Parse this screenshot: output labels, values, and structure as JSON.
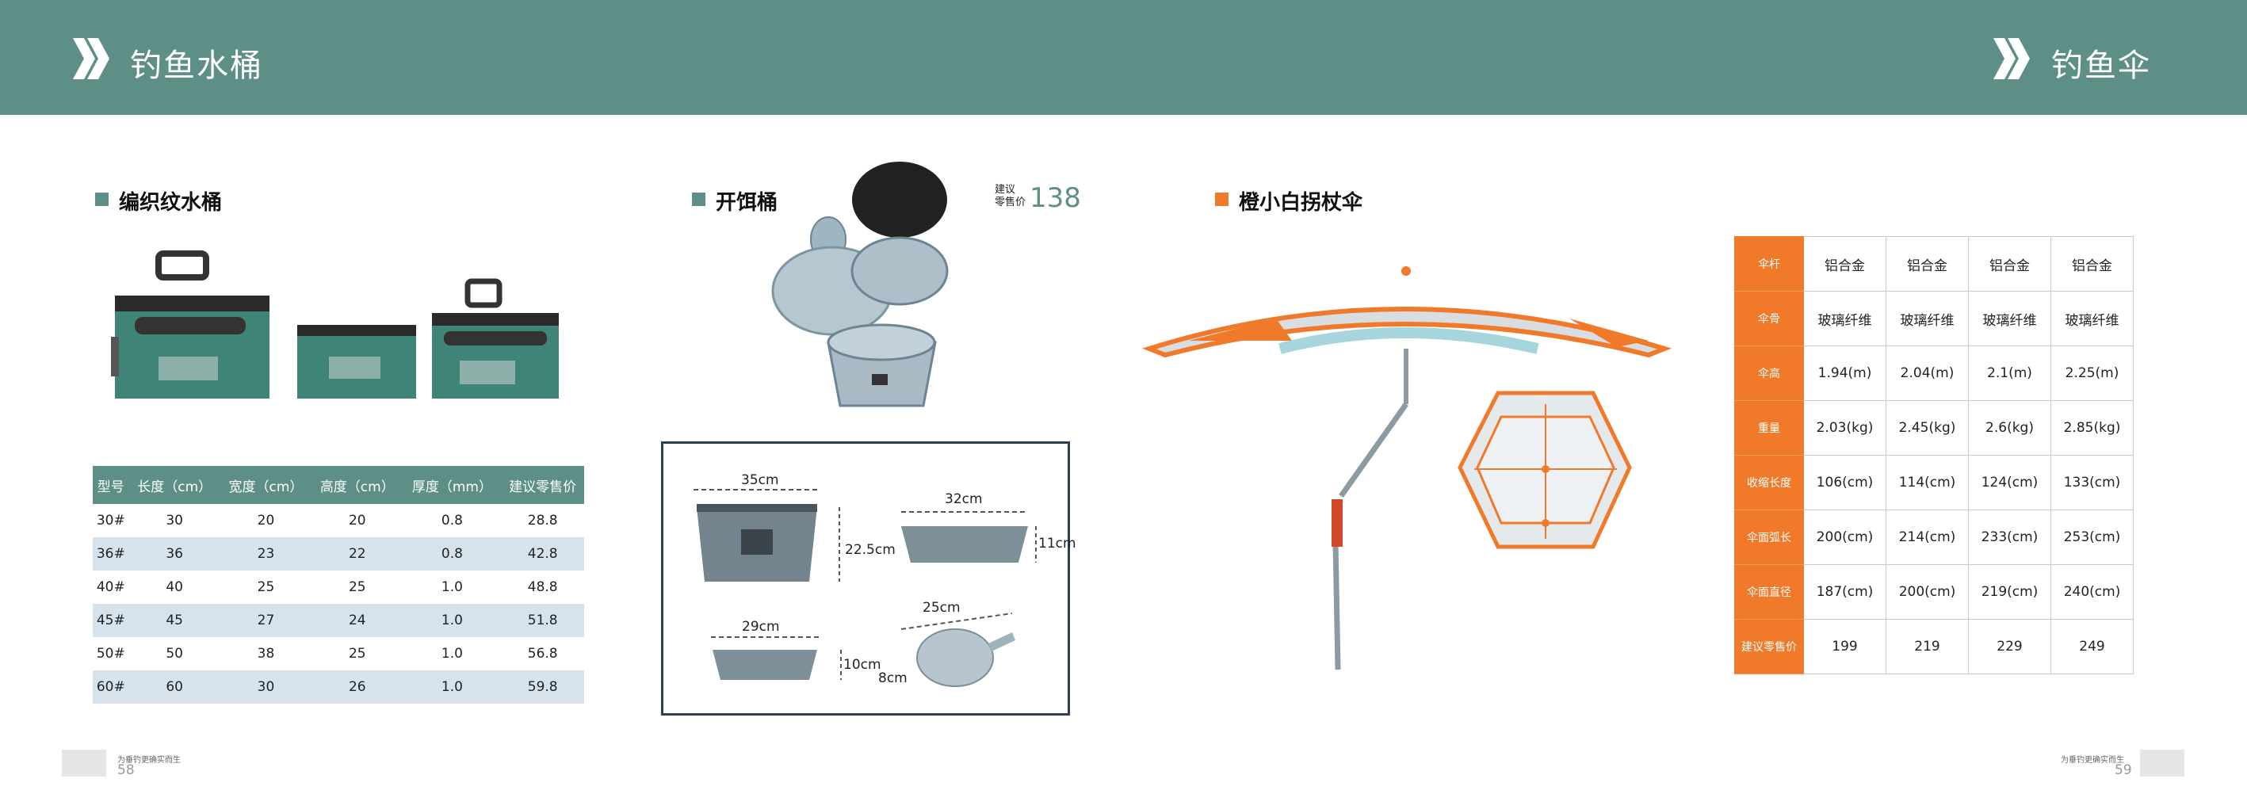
{
  "header": {
    "left_title": "钓鱼水桶",
    "right_title": "钓鱼伞",
    "bg_color": "#5e8f87"
  },
  "sections": {
    "bucket": {
      "title": "编织纹水桶",
      "marker_color": "#5e8f87"
    },
    "bait": {
      "title": "开饵桶",
      "marker_color": "#5e8f87",
      "price_label_1": "建议",
      "price_label_2": "零售价",
      "price": "138"
    },
    "umbrella": {
      "title": "橙小白拐杖伞",
      "marker_color": "#f07a2a"
    }
  },
  "bucket_table": {
    "headers": [
      "型号",
      "长度（cm）",
      "宽度（cm）",
      "高度（cm）",
      "厚度（mm）",
      "建议零售价"
    ],
    "rows": [
      [
        "30#",
        "30",
        "20",
        "20",
        "0.8",
        "28.8"
      ],
      [
        "36#",
        "36",
        "23",
        "22",
        "0.8",
        "42.8"
      ],
      [
        "40#",
        "40",
        "25",
        "25",
        "1.0",
        "48.8"
      ],
      [
        "45#",
        "45",
        "27",
        "24",
        "1.0",
        "51.8"
      ],
      [
        "50#",
        "50",
        "38",
        "25",
        "1.0",
        "56.8"
      ],
      [
        "60#",
        "60",
        "30",
        "26",
        "1.0",
        "59.8"
      ]
    ]
  },
  "dimensions": {
    "a_width": "35cm",
    "a_height": "22.5cm",
    "b_width": "32cm",
    "b_height": "11cm",
    "c_width": "29cm",
    "c_height": "10cm",
    "d_length": "25cm",
    "d_depth": "8cm"
  },
  "umbrella_table": {
    "rows": [
      {
        "label": "伞杆",
        "values": [
          "铝合金",
          "铝合金",
          "铝合金",
          "铝合金"
        ]
      },
      {
        "label": "伞骨",
        "values": [
          "玻璃纤维",
          "玻璃纤维",
          "玻璃纤维",
          "玻璃纤维"
        ]
      },
      {
        "label": "伞高",
        "values": [
          "1.94(m)",
          "2.04(m)",
          "2.1(m)",
          "2.25(m)"
        ]
      },
      {
        "label": "重量",
        "values": [
          "2.03(kg)",
          "2.45(kg)",
          "2.6(kg)",
          "2.85(kg)"
        ]
      },
      {
        "label": "收缩长度",
        "values": [
          "106(cm)",
          "114(cm)",
          "124(cm)",
          "133(cm)"
        ]
      },
      {
        "label": "伞面弧长",
        "values": [
          "200(cm)",
          "214(cm)",
          "233(cm)",
          "253(cm)"
        ]
      },
      {
        "label": "伞面直径",
        "values": [
          "187(cm)",
          "200(cm)",
          "219(cm)",
          "240(cm)"
        ]
      },
      {
        "label": "建议零售价",
        "values": [
          "199",
          "219",
          "229",
          "249"
        ]
      }
    ]
  },
  "footer": {
    "left_caption": "为垂钓更确实而生",
    "left_page": "58",
    "right_caption": "为垂钓更确实而生",
    "right_page": "59"
  }
}
